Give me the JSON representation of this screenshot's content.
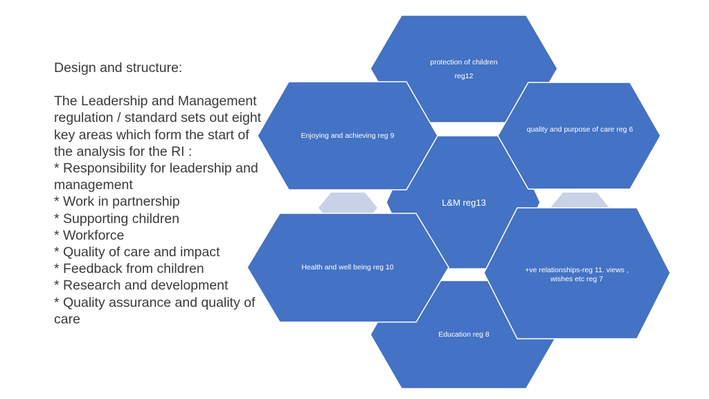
{
  "left_panel": {
    "heading": "Design and structure:",
    "intro_lines": [
      "The Leadership and Management",
      "regulation / standard sets out eight",
      "key areas which form the start of",
      "the analysis for the RI :"
    ],
    "bullets": [
      "Responsibility for leadership and",
      "management",
      "Work in partnership",
      "Supporting children",
      "Workforce",
      "Quality of care and impact",
      "Feedback from children",
      "Research and development",
      "Quality assurance and quality of",
      "care"
    ]
  },
  "hexagons": {
    "center": "L&M reg13",
    "top_line1": "protection of children",
    "top_line2": "reg12",
    "upper_left": "Enjoying and achieving  reg 9",
    "upper_right": "quality and purpose of care reg 6",
    "lower_left": "Health and well being reg 10",
    "lower_right": "+ve relationships-reg 11. views , wishes etc reg 7",
    "bottom": "Education reg 8"
  },
  "colors": {
    "hex_fill": "#4472C4",
    "hex_stroke": "#ffffff",
    "connector": "#C9D1E6",
    "text": "#3a3a3a"
  }
}
